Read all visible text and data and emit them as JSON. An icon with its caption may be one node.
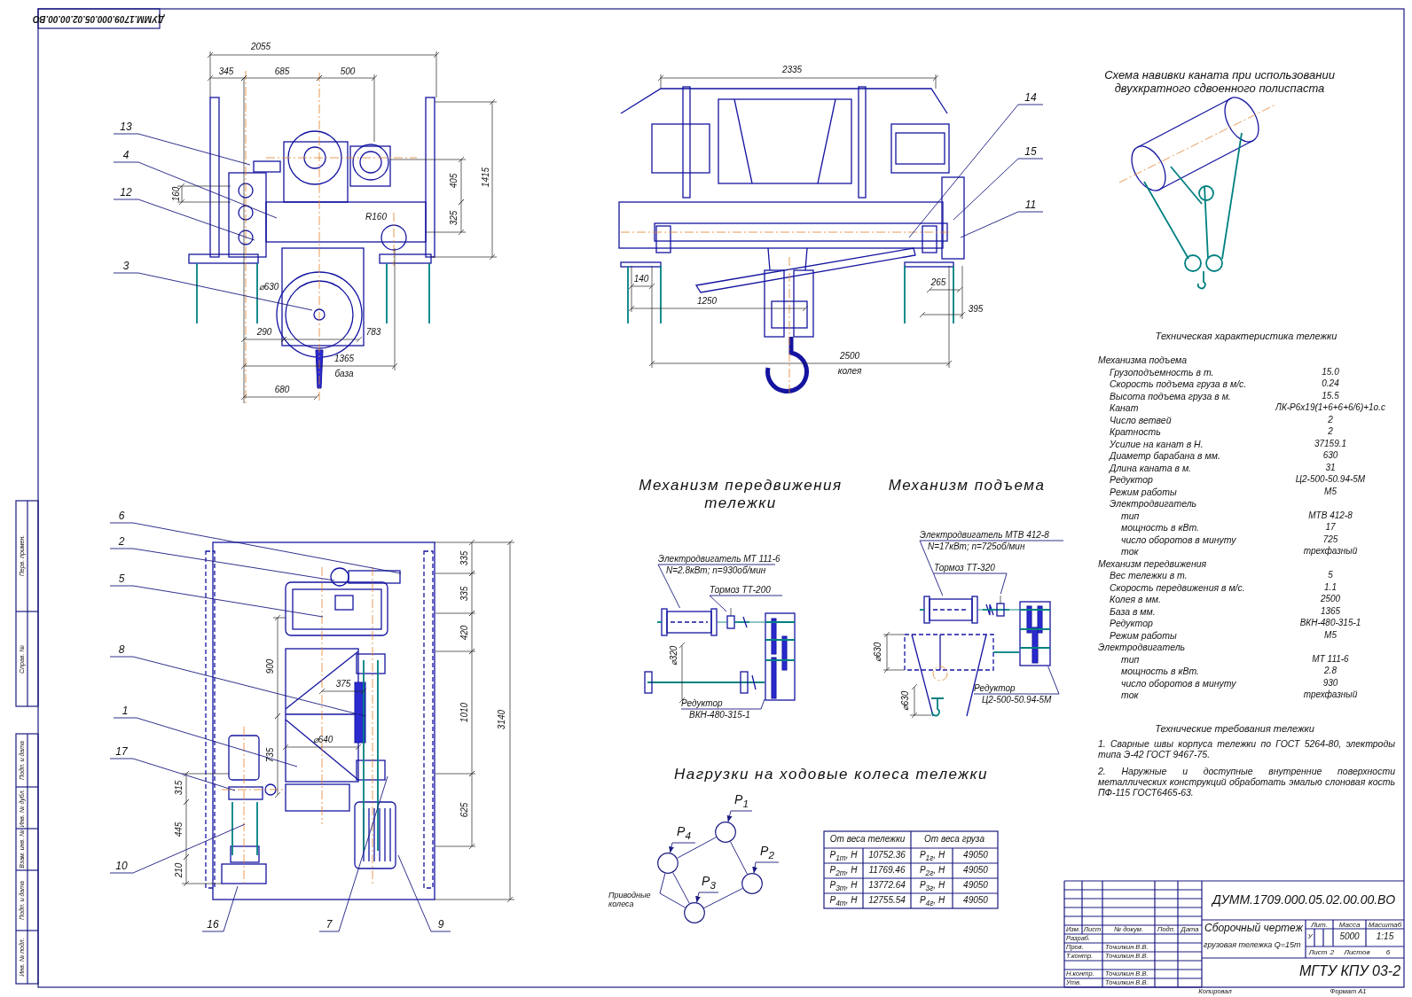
{
  "diagram": {
    "nodes": [
      {
        "text": [
          "13"
        ]
      },
      {
        "text": [
          "4"
        ]
      },
      {
        "text": [
          "12"
        ]
      },
      {
        "text": [
          "3"
        ]
      },
      {
        "text": [
          "14"
        ]
      },
      {
        "text": [
          "15"
        ]
      },
      {
        "text": [
          "11"
        ]
      },
      {
        "text": [
          "6"
        ]
      },
      {
        "text": [
          "2"
        ]
      },
      {
        "text": [
          "5"
        ]
      },
      {
        "text": [
          "8"
        ]
      },
      {
        "text": [
          "1"
        ]
      },
      {
        "text": [
          "17"
        ]
      },
      {
        "text": [
          "10"
        ]
      },
      {
        "text": [
          "16"
        ]
      },
      {
        "text": [
          "7"
        ]
      },
      {
        "text": [
          "9"
        ]
      },
      {
        "text": [
          "Электродвигатель  МТ 111-6",
          "N=2.8кВт; n=930об/мин"
        ]
      },
      {
        "text": [
          "Тормоз ТТ-200"
        ]
      },
      {
        "text": [
          "Редуктор",
          "ВКН-480-315-1"
        ]
      },
      {
        "text": [
          "Электродвигатель  МТВ 412-8",
          "N=17кВт; n=725об/мин"
        ]
      },
      {
        "text": [
          "Тормоз ТТ-320"
        ]
      },
      {
        "text": [
          "Редуктор",
          "Ц2-500-50.94-5М"
        ]
      },
      {
        "text": [
          "P$_{1}$"
        ]
      },
      {
        "text": [
          "P$_{4}$"
        ]
      },
      {
        "text": [
          "P$_{2}$"
        ]
      },
      {
        "text": [
          "P$_{3}$"
        ]
      },
      {
        "text": [],
        "shape": "circle"
      },
      {
        "text": [],
        "shape": "circle"
      },
      {
        "text": [],
        "shape": "circle"
      },
      {
        "text": [],
        "shape": "circle"
      },
      {
        "text": [
          "Приводные колеса"
        ]
      },
      {
        "text": [],
        "shape": "box"
      },
      {
        "text": [],
        "shape": "box"
      },
      {
        "text": [],
        "shape": "box"
      },
      {
        "text": [],
        "shape": "box"
      },
      {
        "text": [],
        "shape": "box"
      },
      {
        "text": [],
        "shape": "box"
      }
    ],
    "edges": [
      {
        "from": 0,
        "to": null,
        "arrow": "none"
      },
      {
        "from": 1,
        "to": null,
        "arrow": "none"
      },
      {
        "from": 2,
        "to": null,
        "arrow": "none"
      },
      {
        "from": 3,
        "to": null,
        "arrow": "none"
      },
      {
        "from": 4,
        "to": null,
        "arrow": "none"
      },
      {
        "from": 5,
        "to": null,
        "arrow": "none"
      },
      {
        "from": 6,
        "to": null,
        "arrow": "none"
      },
      {
        "from": 7,
        "to": null,
        "arrow": "none"
      },
      {
        "from": 8,
        "to": null,
        "arrow": "none"
      },
      {
        "from": 9,
        "to": null,
        "arrow": "none"
      },
      {
        "from": 10,
        "to": null,
        "arrow": "none"
      },
      {
        "from": 11,
        "to": null,
        "arrow": "none"
      },
      {
        "from": 12,
        "to": null,
        "arrow": "none"
      },
      {
        "from": 13,
        "to": null,
        "arrow": "none"
      },
      {
        "from": 14,
        "to": null,
        "arrow": "none"
      },
      {
        "from": 15,
        "to": null,
        "arrow": "none"
      },
      {
        "from": 16,
        "to": null,
        "arrow": "none"
      },
      {
        "from": 17,
        "to": 32,
        "arrow": "none"
      },
      {
        "from": 18,
        "to": 33,
        "arrow": "none"
      },
      {
        "from": 19,
        "to": 34,
        "arrow": "none"
      },
      {
        "from": 20,
        "to": 35,
        "arrow": "none"
      },
      {
        "from": 21,
        "to": 36,
        "arrow": "none"
      },
      {
        "from": 22,
        "to": 37,
        "arrow": "none"
      },
      {
        "from": 23,
        "to": 29,
        "arrow": "to"
      },
      {
        "from": 24,
        "to": 27,
        "arrow": "to"
      },
      {
        "from": 25,
        "to": 30,
        "arrow": "to"
      },
      {
        "from": 26,
        "to": 28,
        "arrow": "to"
      },
      {
        "from": 29,
        "to": 27,
        "arrow": "none"
      },
      {
        "from": 29,
        "to": 30,
        "arrow": "none"
      },
      {
        "from": 27,
        "to": 28,
        "arrow": "none"
      },
      {
        "from": 28,
        "to": 30,
        "arrow": "none"
      },
      {
        "from": 31,
        "to": 27,
        "arrow": "none"
      },
      {
        "from": 31,
        "to": 28,
        "arrow": "none"
      },
      {
        "from": 32,
        "to": 33,
        "arrow": "none",
        "color": "#008080"
      },
      {
        "from": 33,
        "to": 34,
        "arrow": "none",
        "color": "#008080"
      },
      {
        "from": 35,
        "to": 36,
        "arrow": "none",
        "color": "#008080"
      },
      {
        "from": 36,
        "to": 37,
        "arrow": "none",
        "color": "#008080"
      }
    ],
    "labels": [
      "2055",
      "345",
      "685",
      "500",
      "160",
      "405",
      "325",
      "1415",
      "R160",
      "⌀630",
      "290",
      "783",
      "1365",
      "база",
      "680",
      "2335",
      "140",
      "1250",
      "265",
      "395",
      "2500",
      "колея",
      "335",
      "335",
      "420",
      "1010",
      "625",
      "3140",
      "900",
      "375",
      "⌀640",
      "735",
      "315",
      "445",
      "210",
      "Схема навивки каната при использовании двухкратного сдвоенного полиспаста",
      "Механизм передвижения тележки",
      "Механизм подъема",
      "⌀320",
      "⌀630",
      "⌀630",
      "Нагрузки на ходовые колеса тележки",
      "От веса тележки",
      "От веса груза",
      "P$_{1т}$, Н",
      "10752.36",
      "P$_{1г}$, Н",
      "49050",
      "P$_{2т}$, Н",
      "11769.46",
      "P$_{2г}$, Н",
      "49050",
      "P$_{3т}$, Н",
      "13772.64",
      "P$_{3г}$, Н",
      "49050",
      "P$_{4т}$, Н",
      "12755.54",
      "P$_{4г}$, Н",
      "49050",
      "Техническая характеристика тележки",
      "Механизма подъема",
      "Грузоподъемность в т.",
      "15.0",
      "Скорость подъема груза в м/с.",
      "0.24",
      "Высота подъема груза в м.",
      "15.5",
      "Канат",
      "ЛК-Р6х19(1+6+6+6/6)+1о.с",
      "Число ветвей",
      "2",
      "Кратность",
      "2",
      "Усилие на канат в Н.",
      "37159.1",
      "Диаметр барабана в мм.",
      "630",
      "Длина каната в м.",
      "31",
      "Редуктор",
      "Ц2-500-50.94-5М",
      "Режим работы",
      "М5",
      "Электродвигатель",
      "тип",
      "МТВ 412-8",
      "мощность в кВт.",
      "17",
      "число оборотов в минуту",
      "725",
      "ток",
      "трехфазный",
      "Механизм передвижения",
      "Вес тележки в т.",
      "5",
      "Скорость передвижения в м/с.",
      "1.1",
      "Колея в мм.",
      "2500",
      "База в мм.",
      "1365",
      "Редуктор",
      "ВКН-480-315-1",
      "Режим работы",
      "М5",
      "Электродвигатель",
      "тип",
      "МТ 111-6",
      "мощность в кВт.",
      "2.8",
      "число оборотов в минуту",
      "930",
      "ток",
      "трехфазный",
      "Технические требования тележки",
      "1. Сварные швы корпуса тележки по ГОСТ 5264-80, электроды типа Э-42 ГОСТ 9467-75.",
      "2. Наружные и доступные внутренние поверхности металлических конструкций обработать эмалью слоновая кость ПФ-115 ГОСТ6465-63.",
      "ДУММ.1709.000.05.02.00.00.ВО",
      "Изм.",
      "Лист",
      "№ докум.",
      "Подп.",
      "Дата",
      "Разраб.",
      "Пров.",
      "Точилкин В.В.",
      "Т.контр.",
      "Точилкин В.В.",
      "Н.контр.",
      "Точилкин В.В.",
      "Утв.",
      "Точилкин В.В.",
      "Сборочный чертеж",
      "грузовая тележка Q=15т",
      "Лит.",
      "Масса",
      "Масштаб",
      "У",
      "5000",
      "1:15",
      "Лист",
      "2",
      "Листов",
      "6",
      "МГТУ КПУ 03-2",
      "Копировал",
      "Формат А1",
      "ДУММ.1709.000.05.02.00.00.ВО",
      "Перв. примен.",
      "Справ. №",
      "Подп. и дата",
      "Инв. № дубл.",
      "Взам. инв. №",
      "Подп. и дата",
      "Инв. № подл."
    ]
  }
}
